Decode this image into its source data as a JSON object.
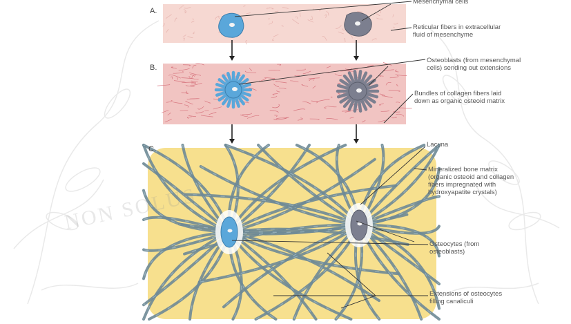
{
  "panels": {
    "a": "A.",
    "b": "B.",
    "c": "C."
  },
  "labels": {
    "mesenchymal_cells": "Mesenchymal cells",
    "reticular_fibers": "Reticular fibers in extracellular\nfluid of mesenchyme",
    "osteoblasts": "Osteoblasts (from mesenchymal\ncells) sending out extensions",
    "collagen_bundles": "Bundles of collagen fibers laid\ndown as organic osteoid matrix",
    "lacuna": "Lacuna",
    "mineralized_matrix": "Mineralized bone matrix\n(organic osteoid and collagen\nfibers impregnated with\nhydroxyapatite crystals)",
    "osteocytes": "Osteocytes (from\nosteoblasts)",
    "extensions": "Extensions of osteocytes\nfilling canaliculi"
  },
  "watermark": "NON SOLUS",
  "colors": {
    "band_a": "#f6d8d2",
    "band_b": "#f1c4c2",
    "collagen_fiber": "#d7767f",
    "matrix": "#f7e08e",
    "blue_cell": "#5aa7da",
    "gray_cell": "#7c7f8f",
    "canaliculus": "#6e8a96",
    "leader_line": "#333333"
  },
  "icons": [
    "mesenchymal-cell-icon",
    "osteoblast-icon",
    "osteocyte-icon",
    "arrow-down-icon"
  ]
}
